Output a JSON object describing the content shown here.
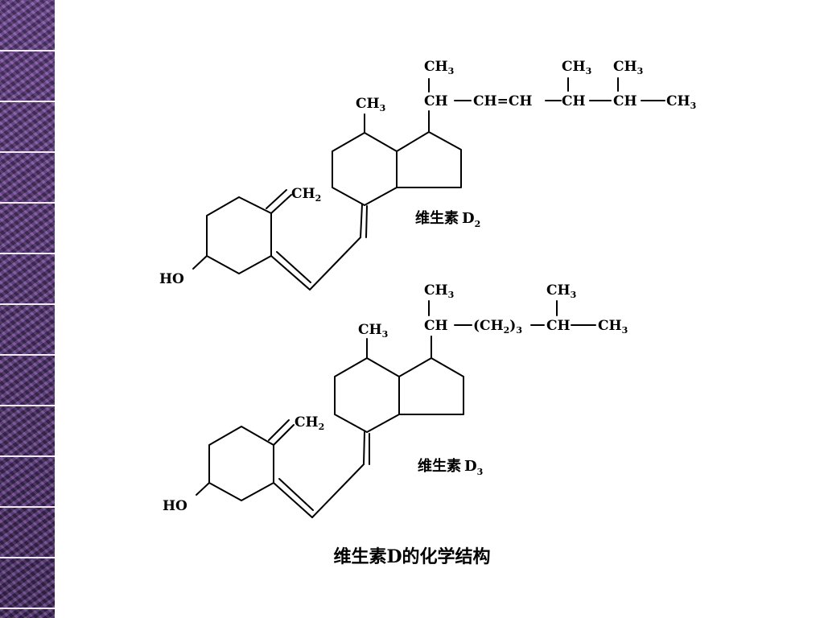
{
  "diagram": {
    "caption": "维生素D的化学结构",
    "d2": {
      "name": "维生素",
      "name_letter": "D",
      "name_sub": "2",
      "ring_methyl": "CH",
      "ring_methyl_sub": "3",
      "methylene": "CH",
      "methylene_sub": "2",
      "hydroxyl": "HO",
      "chain_top": "CH",
      "chain_top_sub": "3",
      "chain_ch1": "CH",
      "chain_ene": "CH=CH",
      "chain_ch2": "CH",
      "chain_ch2_top": "CH",
      "chain_ch2_top_sub": "3",
      "chain_ch3": "CH",
      "chain_ch3_top": "CH",
      "chain_ch3_top_sub": "3",
      "chain_end": "CH",
      "chain_end_sub": "3"
    },
    "d3": {
      "name": "维生素",
      "name_letter": "D",
      "name_sub": "3",
      "ring_methyl": "CH",
      "ring_methyl_sub": "3",
      "methylene": "CH",
      "methylene_sub": "2",
      "hydroxyl": "HO",
      "chain_top": "CH",
      "chain_top_sub": "3",
      "chain_ch1": "CH",
      "chain_mid": "(CH",
      "chain_mid_sub": "2",
      "chain_mid_close": ")",
      "chain_mid_sub2": "3",
      "chain_ch2": "CH",
      "chain_ch2_top": "CH",
      "chain_ch2_top_sub": "3",
      "chain_end": "CH",
      "chain_end_sub": "3"
    }
  }
}
